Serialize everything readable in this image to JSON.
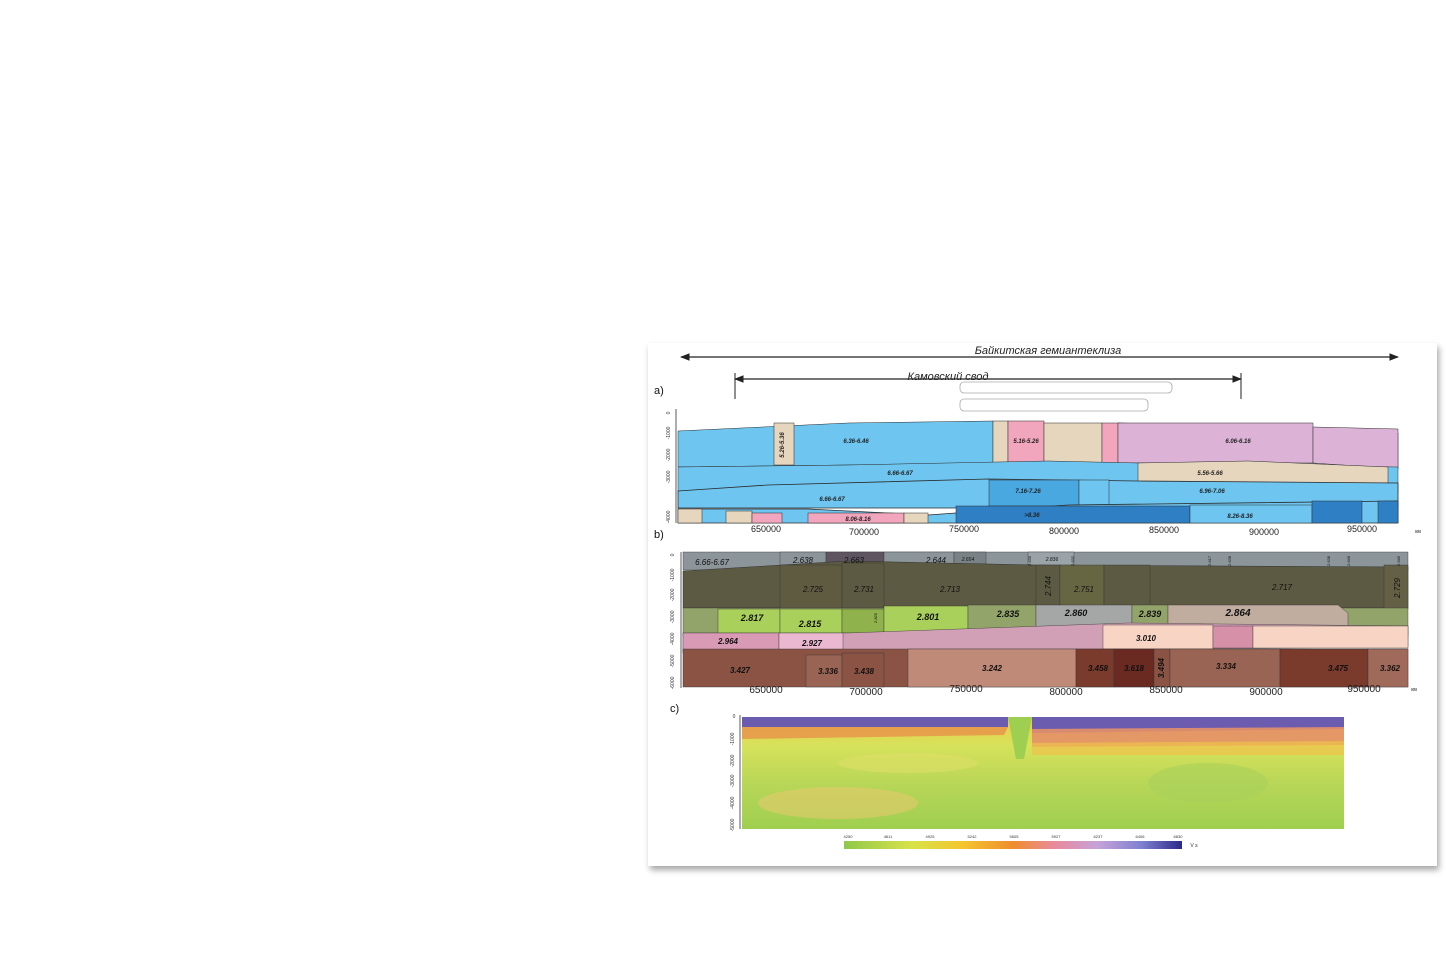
{
  "header": {
    "top_label": "Байкитская гемиантеклиза",
    "inner_label": "Камовский свод",
    "outline_text_1": "",
    "outline_text_2": ""
  },
  "panels": {
    "a": {
      "letter": "a)",
      "depth_ticks": [
        "0",
        "-1000",
        "-2000",
        "-3000",
        "-4000"
      ],
      "x_ticks": [
        "650000",
        "700000",
        "750000",
        "800000",
        "850000",
        "900000",
        "950000"
      ],
      "unit": "км",
      "labels": {
        "t1": "5.26-5.36",
        "t2": "6.36-6.46",
        "t3": "5.16-5.26",
        "t4": "6.06-6.16",
        "t5": "6.66-6.67",
        "t6": "5.56-5.66",
        "t7": "6.66-6.67",
        "t8": "7.16-7.26",
        "t9": "6.96-7.06",
        "t10": "8.06-8.16",
        "t11": ">8.36",
        "t12": "8.26-8.36"
      }
    },
    "b": {
      "letter": "b)",
      "depth_ticks": [
        "0",
        "-1000",
        "-2000",
        "-3000",
        "-4000",
        "-5000",
        "-6000"
      ],
      "x_ticks": [
        "650000",
        "700000",
        "750000",
        "800000",
        "850000",
        "900000",
        "950000"
      ],
      "unit": "км",
      "labels": {
        "r1a": "6.66-6.67",
        "r1b": "2.638",
        "r1c": "2.663",
        "r1d": "2.644",
        "r1e": "2.654",
        "r1f": "2.630",
        "r1g": "2.836",
        "r1h": "2.632",
        "r1i": "2.617",
        "r1j": "2.638",
        "r1k": "2.638",
        "r1l": "2.646",
        "r1m": "2.640",
        "r2a": "2.725",
        "r2b": "2.731",
        "r2c": "2.713",
        "r2d": "2.744",
        "r2e": "2.751",
        "r2f": "2.717",
        "r2g": "2.729",
        "r3a": "2.817",
        "r3b": "2.815",
        "r3c": "2.820",
        "r3d": "2.801",
        "r3e": "2.835",
        "r3f": "2.860",
        "r3g": "2.839",
        "r3h": "2.864",
        "r4a": "2.964",
        "r4b": "2.927",
        "r4c": "3.010",
        "r5a": "3.427",
        "r5b": "3.336",
        "r5c": "3.438",
        "r5d": "3.242",
        "r5e": "3.458",
        "r5f": "3.618",
        "r5g": "3.494",
        "r5h": "3.334",
        "r5i": "3.475",
        "r5j": "3.362"
      }
    },
    "c": {
      "letter": "c)",
      "depth_ticks": [
        "0",
        "-1000",
        "-2000",
        "-3000",
        "-4000",
        "-5000"
      ],
      "scale_ticks": [
        "4250",
        "4611",
        "4925",
        "5242",
        "5605",
        "5927",
        "6237",
        "6406",
        "6830"
      ],
      "scale_unit": "V s"
    }
  },
  "colors": {
    "blue_light": "#6ec6f0",
    "blue_mid": "#4aa8e0",
    "blue_dark": "#2e7fc4",
    "pink": "#f2a6bd",
    "beige": "#e6d6bd",
    "lilac": "#dcb3d6",
    "olive_dark": "#5c5a42",
    "grey_top": "#8c969a",
    "green_bright": "#a8d05a",
    "brown": "#8a5344"
  }
}
